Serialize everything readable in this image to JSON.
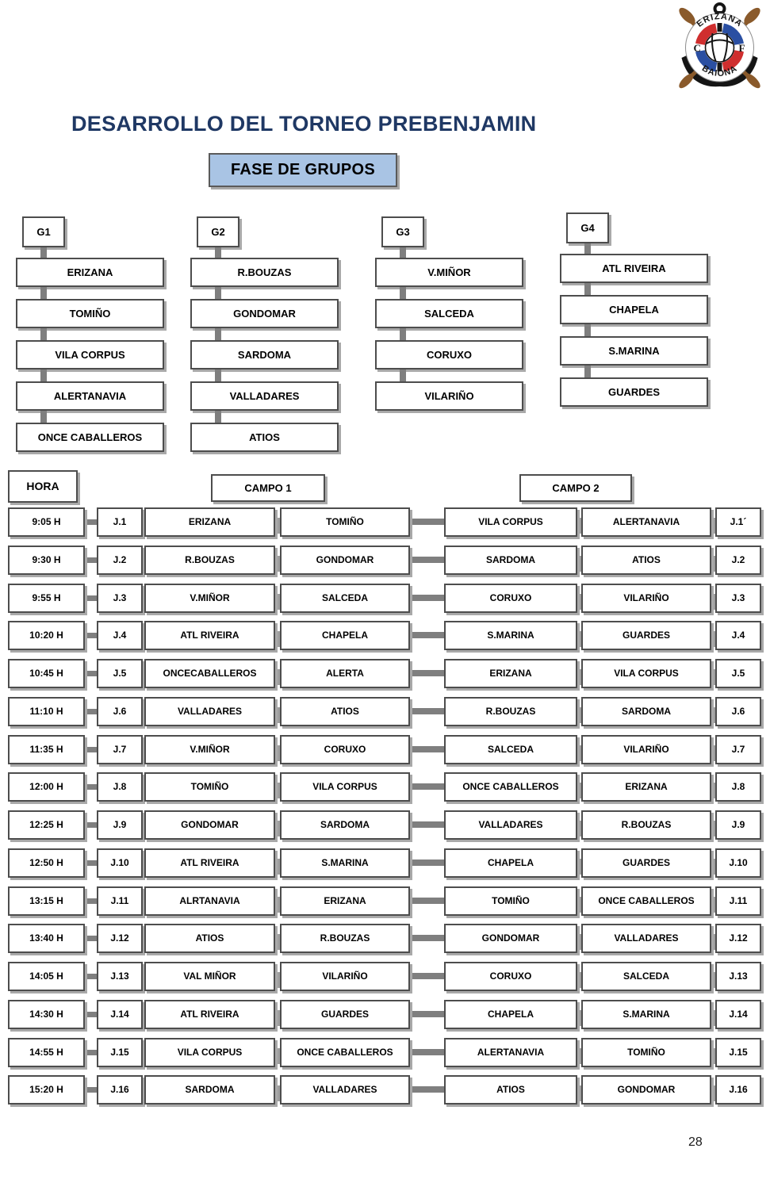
{
  "title": "DESARROLLO DEL TORNEO PREBENJAMIN",
  "phase_label": "FASE DE GRUPOS",
  "logo": {
    "top_text": "ERIZANA",
    "bottom_text": "BAIONA",
    "left_letter": "C",
    "right_letter": "F"
  },
  "groups": [
    {
      "label": "G1",
      "teams": [
        "ERIZANA",
        "TOMIÑO",
        "VILA CORPUS",
        "ALERTANAVIA",
        "ONCE CABALLEROS"
      ]
    },
    {
      "label": "G2",
      "teams": [
        "R.BOUZAS",
        "GONDOMAR",
        "SARDOMA",
        "VALLADARES",
        "ATIOS"
      ]
    },
    {
      "label": "G3",
      "teams": [
        "V.MIÑOR",
        "SALCEDA",
        "CORUXO",
        "VILARIÑO"
      ]
    },
    {
      "label": "G4",
      "teams": [
        "ATL RIVEIRA",
        "CHAPELA",
        "S.MARINA",
        "GUARDES"
      ]
    }
  ],
  "schedule": {
    "headers": {
      "hora": "HORA",
      "campo1": "CAMPO 1",
      "campo2": "CAMPO 2"
    },
    "rows": [
      {
        "time": "9:05 H",
        "match1": "J.1",
        "c1_home": "ERIZANA",
        "c1_away": "TOMIÑO",
        "c2_home": "VILA CORPUS",
        "c2_away": "ALERTANAVIA",
        "match2": "J.1´"
      },
      {
        "time": "9:30 H",
        "match1": "J.2",
        "c1_home": "R.BOUZAS",
        "c1_away": "GONDOMAR",
        "c2_home": "SARDOMA",
        "c2_away": "ATIOS",
        "match2": "J.2"
      },
      {
        "time": "9:55 H",
        "match1": "J.3",
        "c1_home": "V.MIÑOR",
        "c1_away": "SALCEDA",
        "c2_home": "CORUXO",
        "c2_away": "VILARIÑO",
        "match2": "J.3"
      },
      {
        "time": "10:20 H",
        "match1": "J.4",
        "c1_home": "ATL RIVEIRA",
        "c1_away": "CHAPELA",
        "c2_home": "S.MARINA",
        "c2_away": "GUARDES",
        "match2": "J.4"
      },
      {
        "time": "10:45 H",
        "match1": "J.5",
        "c1_home": "ONCECABALLEROS",
        "c1_away": "ALERTA",
        "c2_home": "ERIZANA",
        "c2_away": "VILA CORPUS",
        "match2": "J.5"
      },
      {
        "time": "11:10 H",
        "match1": "J.6",
        "c1_home": "VALLADARES",
        "c1_away": "ATIOS",
        "c2_home": "R.BOUZAS",
        "c2_away": "SARDOMA",
        "match2": "J.6"
      },
      {
        "time": "11:35 H",
        "match1": "J.7",
        "c1_home": "V.MIÑOR",
        "c1_away": "CORUXO",
        "c2_home": "SALCEDA",
        "c2_away": "VILARIÑO",
        "match2": "J.7"
      },
      {
        "time": "12:00 H",
        "match1": "J.8",
        "c1_home": "TOMIÑO",
        "c1_away": "VILA CORPUS",
        "c2_home": "ONCE CABALLEROS",
        "c2_away": "ERIZANA",
        "match2": "J.8"
      },
      {
        "time": "12:25 H",
        "match1": "J.9",
        "c1_home": "GONDOMAR",
        "c1_away": "SARDOMA",
        "c2_home": "VALLADARES",
        "c2_away": "R.BOUZAS",
        "match2": "J.9"
      },
      {
        "time": "12:50 H",
        "match1": "J.10",
        "c1_home": "ATL RIVEIRA",
        "c1_away": "S.MARINA",
        "c2_home": "CHAPELA",
        "c2_away": "GUARDES",
        "match2": "J.10"
      },
      {
        "time": "13:15 H",
        "match1": "J.11",
        "c1_home": "ALRTANAVIA",
        "c1_away": "ERIZANA",
        "c2_home": "TOMIÑO",
        "c2_away": "ONCE CABALLEROS",
        "match2": "J.11"
      },
      {
        "time": "13:40 H",
        "match1": "J.12",
        "c1_home": "ATIOS",
        "c1_away": "R.BOUZAS",
        "c2_home": "GONDOMAR",
        "c2_away": "VALLADARES",
        "match2": "J.12"
      },
      {
        "time": "14:05 H",
        "match1": "J.13",
        "c1_home": "VAL MIÑOR",
        "c1_away": "VILARIÑO",
        "c2_home": "CORUXO",
        "c2_away": "SALCEDA",
        "match2": "J.13"
      },
      {
        "time": "14:30 H",
        "match1": "J.14",
        "c1_home": "ATL RIVEIRA",
        "c1_away": "GUARDES",
        "c2_home": "CHAPELA",
        "c2_away": "S.MARINA",
        "match2": "J.14"
      },
      {
        "time": "14:55 H",
        "match1": "J.15",
        "c1_home": "VILA CORPUS",
        "c1_away": "ONCE CABALLEROS",
        "c2_home": "ALERTANAVIA",
        "c2_away": "TOMIÑO",
        "match2": "J.15"
      },
      {
        "time": "15:20 H",
        "match1": "J.16",
        "c1_home": "SARDOMA",
        "c1_away": "VALLADARES",
        "c2_home": "ATIOS",
        "c2_away": "GONDOMAR",
        "match2": "J.16"
      }
    ]
  },
  "page": {
    "number": "28"
  },
  "colors": {
    "title_blue": "#1f3864",
    "phase_box_fill": "#a9c4e4",
    "box_border": "#4d4d4d",
    "connector_gray": "#7f7f7f",
    "crest_red": "#cf2e2e",
    "crest_blue": "#2a4fa2",
    "oar_brown": "#8a5a2b"
  }
}
